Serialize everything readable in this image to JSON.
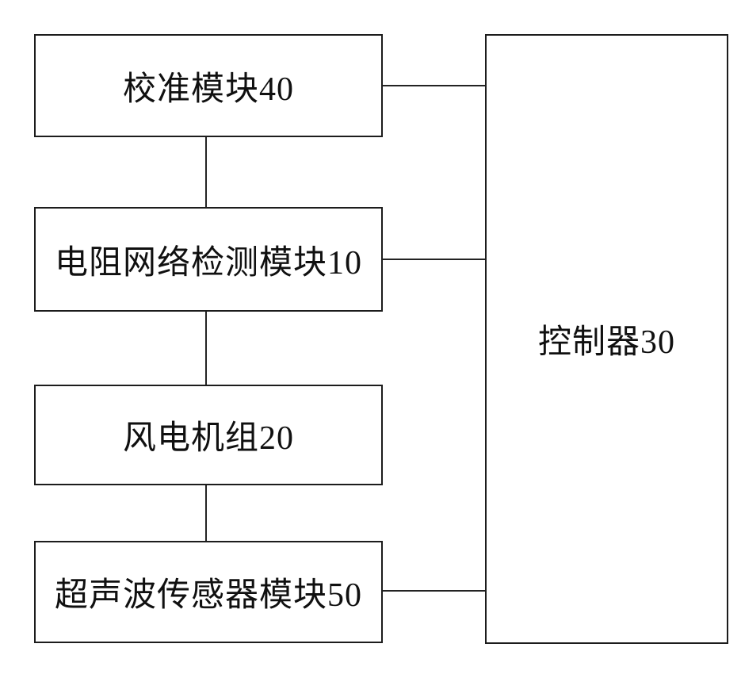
{
  "figure": {
    "type": "block-diagram",
    "background_color": "#ffffff",
    "line_color": "#1c1c1c",
    "text_color": "#101010",
    "boxes": [
      {
        "id": "calibration-module",
        "label": "校准模块40"
      },
      {
        "id": "resistance-network-detection-module",
        "label": "电阻网络检测模块10"
      },
      {
        "id": "wind-turbine-unit",
        "label": "风电机组20"
      },
      {
        "id": "ultrasonic-sensor-module",
        "label": "超声波传感器模块50"
      },
      {
        "id": "controller",
        "label": "控制器30"
      }
    ],
    "connections": [
      {
        "from": "校准模块40",
        "to": "电阻网络检测模块10",
        "style": "vertical-line"
      },
      {
        "from": "电阻网络检测模块10",
        "to": "风电机组20",
        "style": "vertical-line"
      },
      {
        "from": "风电机组20",
        "to": "超声波传感器模块50",
        "style": "vertical-line"
      },
      {
        "from": "校准模块40",
        "to": "控制器30",
        "style": "horizontal-line"
      },
      {
        "from": "电阻网络检测模块10",
        "to": "控制器30",
        "style": "horizontal-line"
      },
      {
        "from": "超声波传感器模块50",
        "to": "控制器30",
        "style": "horizontal-line"
      }
    ]
  }
}
